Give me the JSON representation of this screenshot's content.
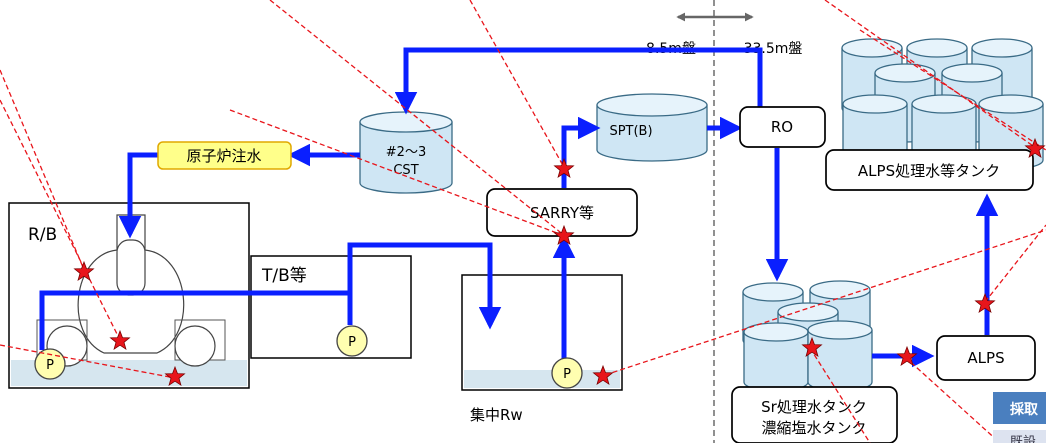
{
  "labels": {
    "reactor_injection": "原子炉注水",
    "cst": [
      "#2～3",
      "CST"
    ],
    "rb": "R/B",
    "tb": "T/B等",
    "sarry": "SARRY等",
    "spt": "SPT(B)",
    "ro": "RO",
    "alps_tank": "ALPS処理水等タンク",
    "alps": "ALPS",
    "sr_tank": [
      "Sr処理水タンク",
      "濃縮塩水タンク"
    ],
    "central_rw": "集中Rw",
    "elev_85": "8.5m盤",
    "elev_335": "33.5m盤",
    "pump": "P",
    "side_tab_1": "採取",
    "side_tab_2": "既設"
  },
  "colors": {
    "flow_line": "#0a1fff",
    "water": "#d6e6ef",
    "tank_fill": "#cfe6f4",
    "tank_stroke": "#3a6b86",
    "pump_fill": "#fffeb0",
    "injection_fill": "#ffff8a",
    "injection_stroke": "#e0a800",
    "sample_star": "#e8151b",
    "guide_line": "#e8151b",
    "side_tab": "#4a7fbf"
  }
}
